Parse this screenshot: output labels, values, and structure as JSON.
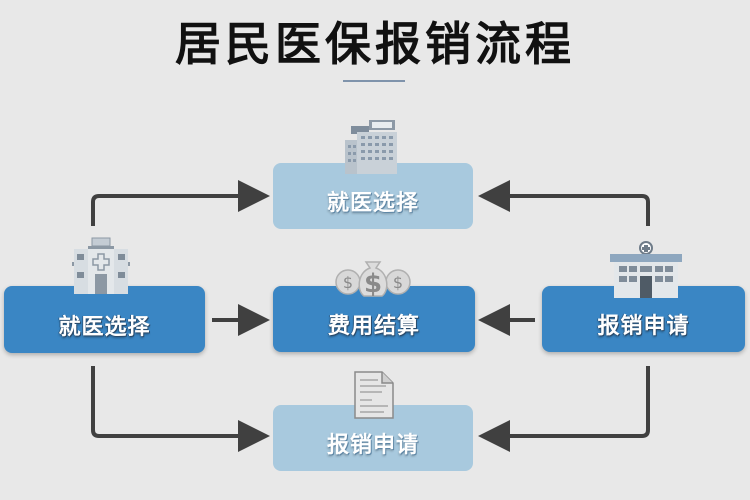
{
  "title": "居民医保报销流程",
  "nodes": {
    "top": {
      "label": "就医选择",
      "icon": "office-building-icon"
    },
    "left": {
      "label": "就医选择",
      "icon": "hospital-icon"
    },
    "center": {
      "label": "费用结算",
      "icon": "money-bag-icon"
    },
    "right": {
      "label": "报销申请",
      "icon": "clinic-icon"
    },
    "bottom": {
      "label": "报销申请",
      "icon": "document-icon"
    }
  },
  "colors": {
    "dark_box": "#3a86c4",
    "light_box": "#a8c9de",
    "arrow": "#404040",
    "background": "#e8e8e8"
  },
  "edges": [
    {
      "from": "left",
      "to": "top"
    },
    {
      "from": "right",
      "to": "top"
    },
    {
      "from": "left",
      "to": "center"
    },
    {
      "from": "right",
      "to": "center"
    },
    {
      "from": "left",
      "to": "bottom"
    },
    {
      "from": "right",
      "to": "bottom"
    }
  ]
}
